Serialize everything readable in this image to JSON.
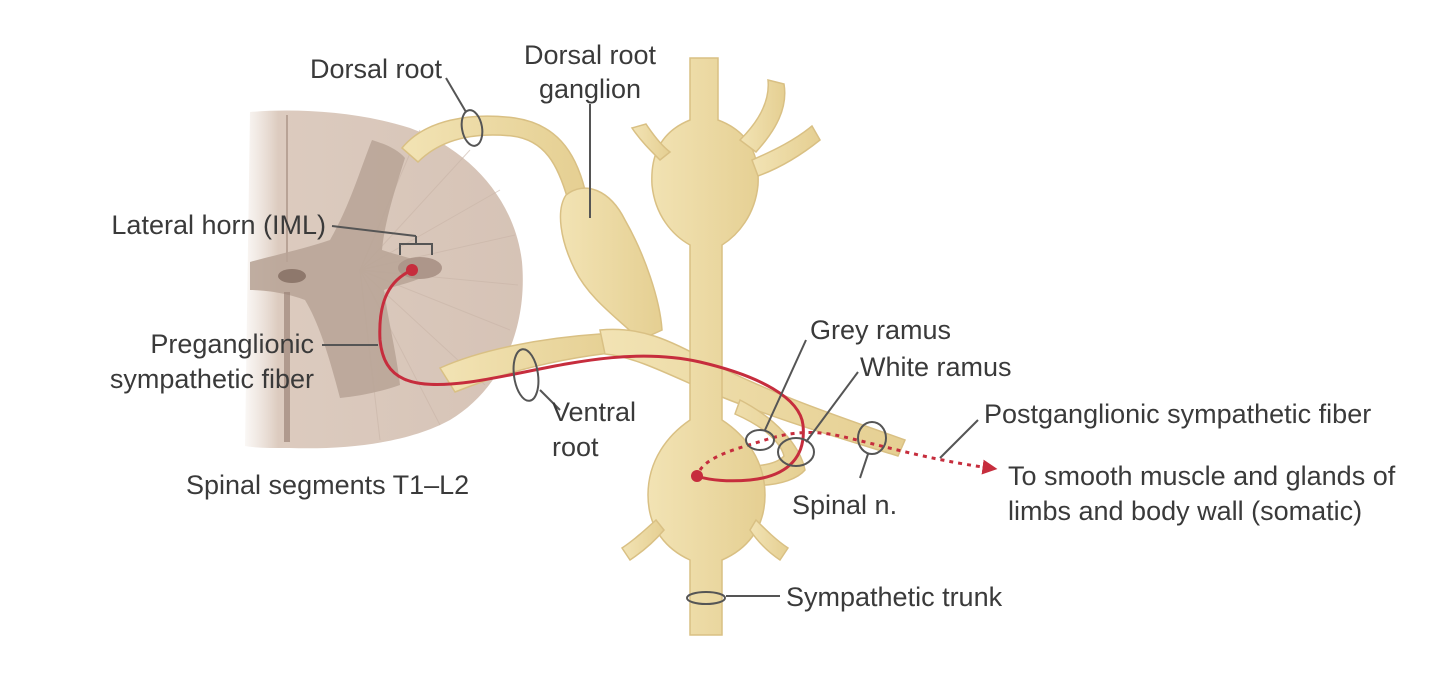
{
  "labels": {
    "dorsal_root": "Dorsal root",
    "drg_line1": "Dorsal root",
    "drg_line2": "ganglion",
    "lateral_horn": "Lateral horn (IML)",
    "pregang_line1": "Preganglionic",
    "pregang_line2": "sympathetic fiber",
    "spinal_segments": "Spinal segments T1–L2",
    "ventral_line1": "Ventral",
    "ventral_line2": "root",
    "grey_ramus": "Grey ramus",
    "white_ramus": "White ramus",
    "postgang": "Postganglionic sympathetic fiber",
    "target_line1": "To smooth muscle and glands of",
    "target_line2": "limbs and body wall (somatic)",
    "spinal_n": "Spinal n.",
    "sympathetic_trunk": "Sympathetic trunk"
  },
  "colors": {
    "nerve": "#ecd9a2",
    "nerve_shadow": "#d9c084",
    "cord_white_matter": "#d9c7bb",
    "cord_grey_matter": "#b8a396",
    "fiber": "#c62d3d",
    "leader": "#555555"
  }
}
